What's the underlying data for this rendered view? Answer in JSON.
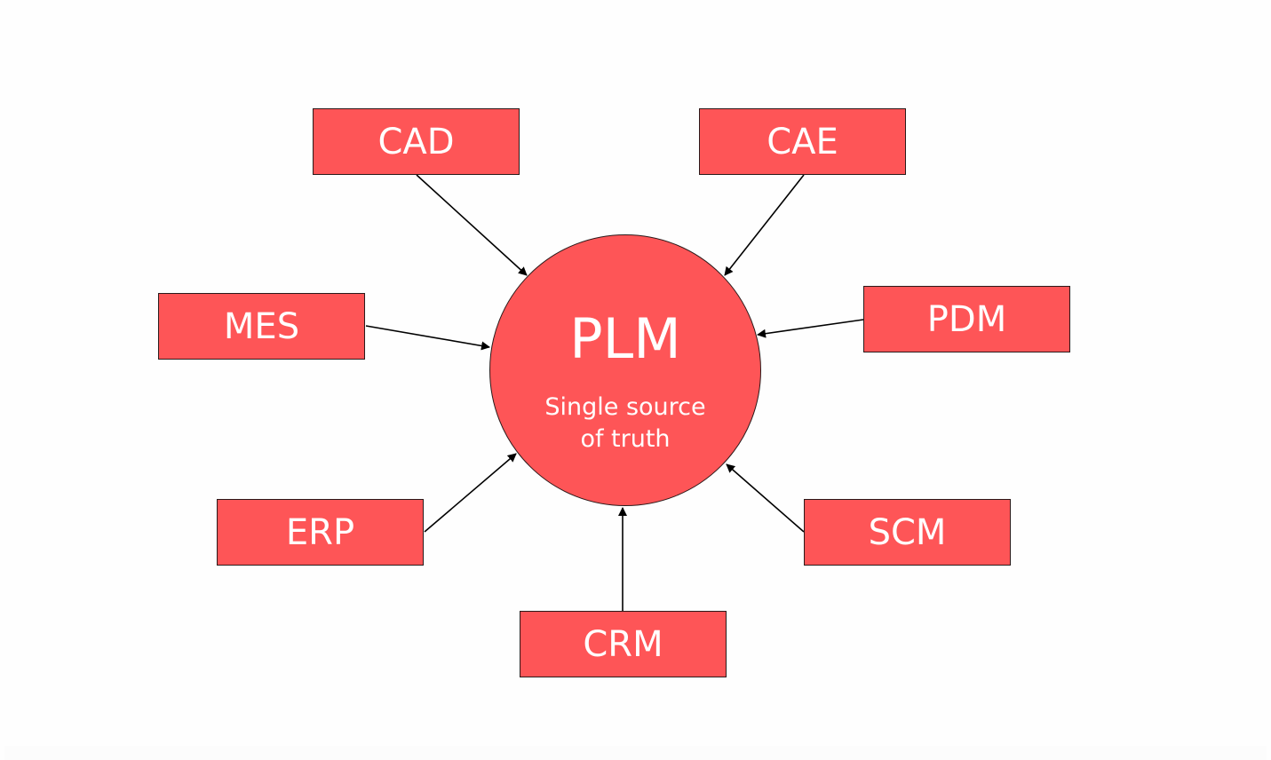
{
  "hub": {
    "title": "PLM",
    "subtitle_line1": "Single source",
    "subtitle_line2": "of truth"
  },
  "nodes": [
    {
      "id": "cad",
      "label": "CAD"
    },
    {
      "id": "cae",
      "label": "CAE"
    },
    {
      "id": "mes",
      "label": "MES"
    },
    {
      "id": "pdm",
      "label": "PDM"
    },
    {
      "id": "erp",
      "label": "ERP"
    },
    {
      "id": "scm",
      "label": "SCM"
    },
    {
      "id": "crm",
      "label": "CRM"
    }
  ],
  "edges": [
    {
      "from": "cad",
      "to": "plm"
    },
    {
      "from": "cae",
      "to": "plm"
    },
    {
      "from": "mes",
      "to": "plm"
    },
    {
      "from": "pdm",
      "to": "plm"
    },
    {
      "from": "erp",
      "to": "plm"
    },
    {
      "from": "scm",
      "to": "plm"
    },
    {
      "from": "crm",
      "to": "plm"
    }
  ],
  "colors": {
    "node_fill": "#fe5557",
    "text": "#ffffff",
    "stroke": "#000000"
  }
}
